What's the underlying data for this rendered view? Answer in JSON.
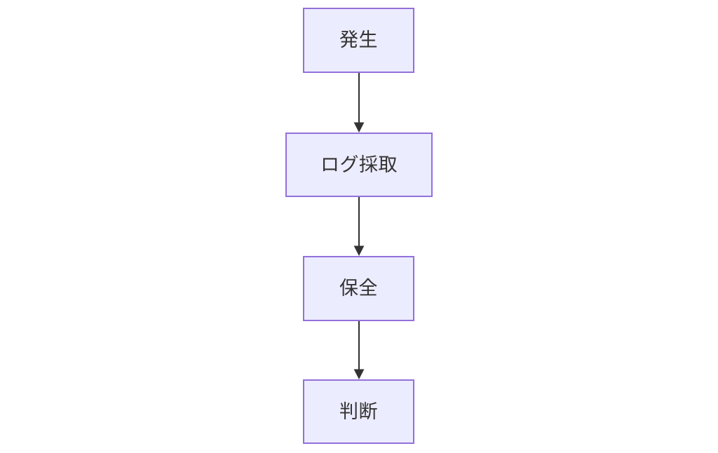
{
  "diagram": {
    "type": "flowchart",
    "direction": "top-to-bottom",
    "background_color": "#ffffff",
    "node_fill_color": "#ececff",
    "node_stroke_color": "#9370db",
    "text_color": "#333333",
    "edge_color": "#333333",
    "nodes": [
      {
        "id": "hassei",
        "label": "発生"
      },
      {
        "id": "logshu",
        "label": "ログ採取"
      },
      {
        "id": "hozen",
        "label": "保全"
      },
      {
        "id": "handan",
        "label": "判断"
      }
    ],
    "edges": [
      {
        "id": "edge-1",
        "from": "hassei",
        "to": "logshu",
        "label": ""
      },
      {
        "id": "edge-2",
        "from": "logshu",
        "to": "hozen",
        "label": ""
      },
      {
        "id": "edge-3",
        "from": "hozen",
        "to": "handan",
        "label": ""
      }
    ]
  }
}
